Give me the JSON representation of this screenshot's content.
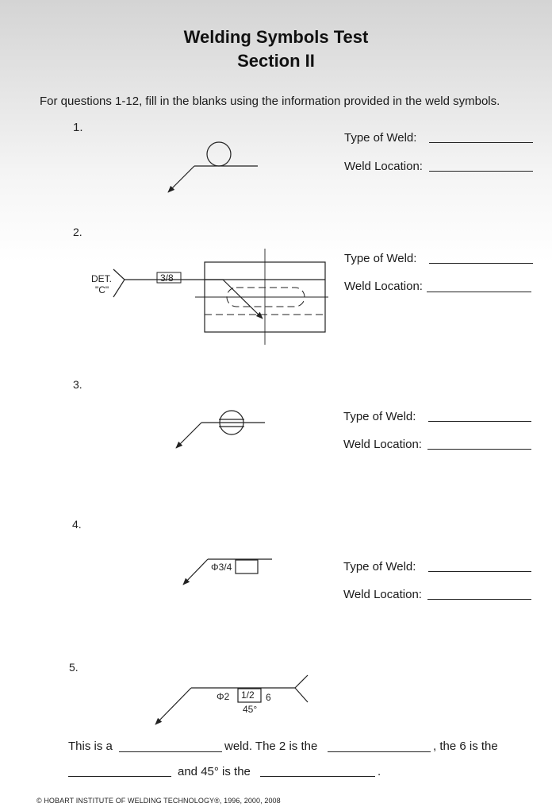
{
  "header": {
    "title_line1": "Welding Symbols Test",
    "title_line2": "Section II"
  },
  "instructions": "For questions 1-12, fill in the blanks using the information provided in the weld symbols.",
  "questions": [
    {
      "number": "1.",
      "type_label": "Type of Weld:",
      "location_label": "Weld Location:"
    },
    {
      "number": "2.",
      "type_label": "Type of Weld:",
      "location_label": "Weld Location:",
      "det_label": "DET.",
      "det_ref": "\"C\"",
      "size": "3/8"
    },
    {
      "number": "3.",
      "type_label": "Type of Weld:",
      "location_label": "Weld Location:"
    },
    {
      "number": "4.",
      "type_label": "Type of Weld:",
      "location_label": "Weld Location:",
      "dimension": "Φ3/4"
    },
    {
      "number": "5.",
      "dimension": "Φ2",
      "size": "1/2",
      "length": "6",
      "angle": "45°",
      "sentence": {
        "part1": "This is a",
        "part2": "weld. The 2 is the",
        "part3": ", the 6 is the",
        "part4": "and 45° is the",
        "part5": "."
      }
    }
  ],
  "footer": "© HOBART INSTITUTE OF WELDING TECHNOLOGY®, 1996, 2000, 2008"
}
